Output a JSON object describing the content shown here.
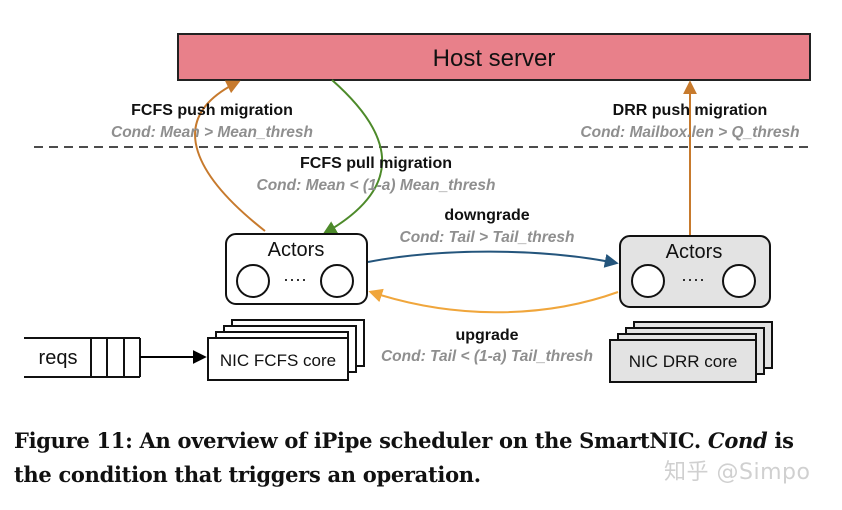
{
  "host_server": {
    "label": "Host server"
  },
  "migrations": {
    "fcfs_push": {
      "label": "FCFS push migration",
      "cond": "Cond: Mean > Mean_thresh"
    },
    "fcfs_pull": {
      "label": "FCFS pull migration",
      "cond": "Cond: Mean < (1-a) Mean_thresh"
    },
    "drr_push": {
      "label": "DRR push migration",
      "cond": "Cond: Mailbox.len > Q_thresh"
    }
  },
  "transitions": {
    "downgrade": {
      "label": "downgrade",
      "cond": "Cond: Tail > Tail_thresh"
    },
    "upgrade": {
      "label": "upgrade",
      "cond": "Cond: Tail < (1-a) Tail_thresh"
    }
  },
  "left_actors": {
    "label": "Actors",
    "dots": "····"
  },
  "right_actors": {
    "label": "Actors",
    "dots": "····"
  },
  "reqs": {
    "label": "reqs"
  },
  "fcfs_core": {
    "label": "NIC FCFS core"
  },
  "drr_core": {
    "label": "NIC DRR core"
  },
  "caption": {
    "prefix": "Figure 11: An overview of iPipe scheduler on the SmartNIC. ",
    "italic": "Cond",
    "suffix": " is the condition that triggers an operation."
  },
  "watermark": "知乎 @Simpo",
  "colors": {
    "host_fill": "#e8808a",
    "push_arrow": "#c77a2d",
    "pull_arrow": "#4d8a2a",
    "downgrade_arrow": "#24557c",
    "upgrade_arrow": "#f0a63c",
    "drr_fill": "#e3e3e3"
  }
}
